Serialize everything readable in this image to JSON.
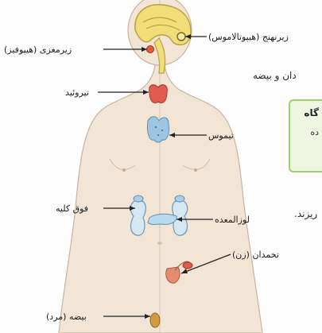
{
  "labels": {
    "hypothalamus": "زیرنهنج (هیپوتالاموس)",
    "pituitary": "زیرمغزی (هیپوفیز)",
    "thyroid": "تیروئید",
    "thymus": "تیموس",
    "adrenal": "فوق کلیه",
    "pancreas": "لوزالمعده",
    "ovary": "تخمدان (زن)",
    "testis": "بیضه (مرد)"
  },
  "background_text": {
    "line1": "دان و بیضه",
    "line2": "ریزند.",
    "box_title": "گاه",
    "box_text": "ده"
  },
  "colors": {
    "skin": "#f3e5d6",
    "skin_outline": "#c9b3a0",
    "brain": "#f1de7a",
    "pituitary": "#e85a3a",
    "thyroid": "#e35a4f",
    "thymus": "#9ec6e2",
    "kidney": "#d7e7f2",
    "adrenal": "#a8d0ea",
    "pancreas": "#b9d9ee",
    "ovary": "#e05b4a",
    "uterus": "#e58c70",
    "testis": "#d69a3e",
    "box_border": "#9fcf6a",
    "box_fill": "#eef6e2"
  }
}
